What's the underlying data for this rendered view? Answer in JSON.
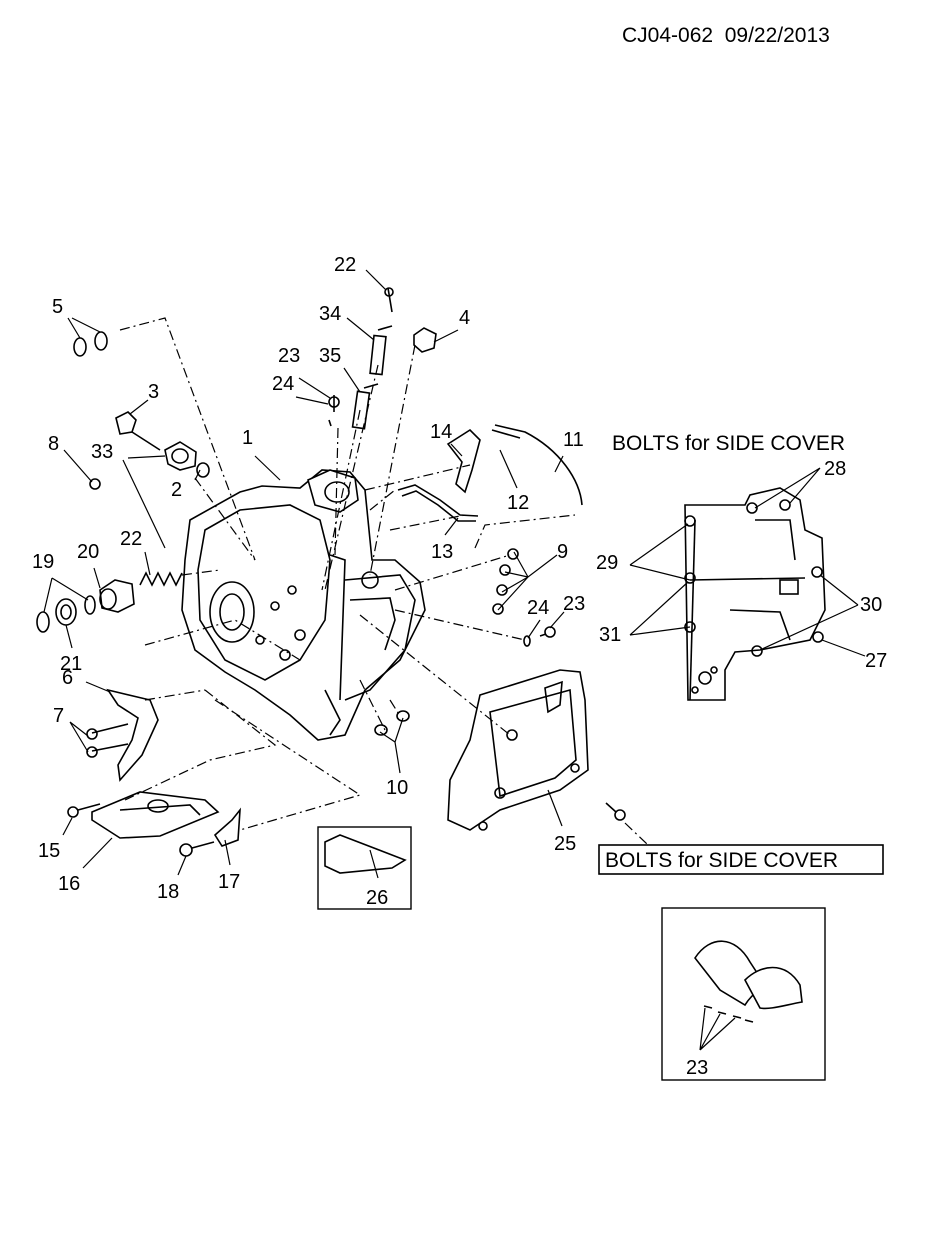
{
  "header": {
    "doc_ref": "CJ04-062",
    "date": "09/22/2013"
  },
  "captions": {
    "side_cover_title": "BOLTS for SIDE COVER",
    "side_cover_box": "BOLTS for SIDE COVER"
  },
  "callouts": {
    "c1": "1",
    "c2": "2",
    "c3": "3",
    "c4": "4",
    "c5": "5",
    "c6": "6",
    "c7": "7",
    "c8": "8",
    "c9": "9",
    "c10": "10",
    "c11": "11",
    "c12": "12",
    "c13": "13",
    "c14": "14",
    "c15": "15",
    "c16": "16",
    "c17": "17",
    "c18": "18",
    "c19": "19",
    "c20": "20",
    "c21": "21",
    "c22a": "22",
    "c22b": "22",
    "c23a": "23",
    "c23b": "23",
    "c23c": "23",
    "c24a": "24",
    "c24b": "24",
    "c25": "25",
    "c26": "26",
    "c27": "27",
    "c28": "28",
    "c29": "29",
    "c30": "30",
    "c31": "31",
    "c33": "33",
    "c34": "34",
    "c35": "35"
  }
}
